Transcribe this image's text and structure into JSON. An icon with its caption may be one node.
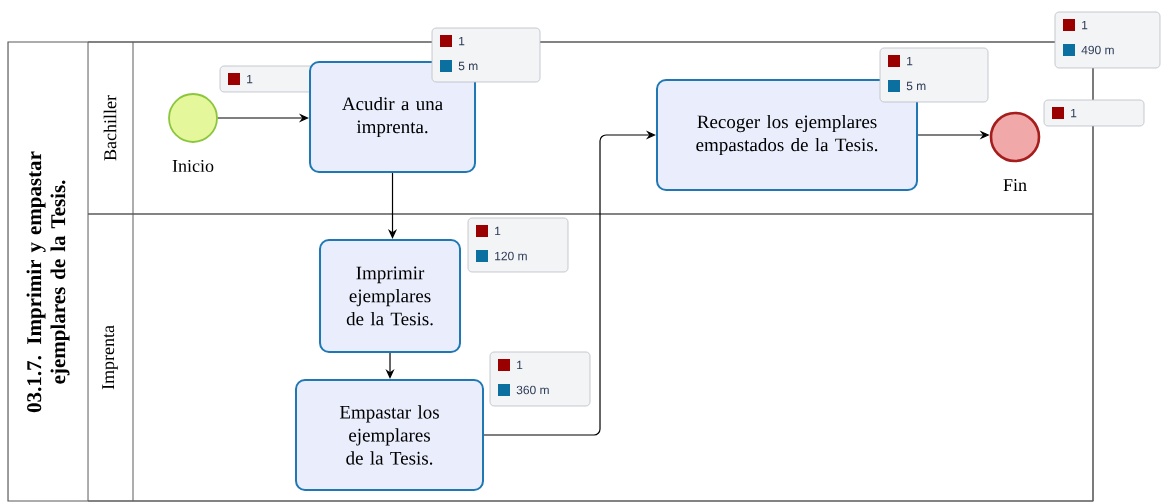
{
  "diagram": {
    "nodes": [
      {
        "text": [
          "03.1.7. Imprimir y empastar ejemplares de la Tesis."
        ]
      },
      {
        "text": [
          "Bachiller"
        ],
        "in": 0
      },
      {
        "text": [
          "Imprenta"
        ],
        "in": 0
      },
      {
        "text": [],
        "shape": "circle",
        "beside": [
          "Inicio"
        ],
        "in": 1
      },
      {
        "text": [
          "1"
        ],
        "in": 1
      },
      {
        "text": [
          "Acudir a una imprenta."
        ],
        "in": 1
      },
      {
        "text": [
          "1",
          "5 m"
        ]
      },
      {
        "text": [
          "Imprimir ejemplares de la Tesis."
        ],
        "in": 2
      },
      {
        "text": [
          "1",
          "120 m"
        ],
        "in": 2
      },
      {
        "text": [
          "Empastar los ejemplares de la Tesis."
        ],
        "in": 2
      },
      {
        "text": [
          "1",
          "360 m"
        ],
        "in": 2
      },
      {
        "text": [
          "Recoger los ejemplares empastados de la Tesis."
        ],
        "in": 1
      },
      {
        "text": [
          "1",
          "5 m"
        ],
        "in": 1
      },
      {
        "text": [],
        "shape": "circle",
        "beside": [
          "Fin"
        ],
        "in": 1
      },
      {
        "text": [
          "1"
        ]
      },
      {
        "text": [
          "1",
          "490 m"
        ]
      }
    ],
    "edges": [
      {
        "from": 3,
        "to": 5,
        "arrow": "to"
      },
      {
        "from": 5,
        "to": 7,
        "arrow": "to"
      },
      {
        "from": 7,
        "to": 9,
        "arrow": "to"
      },
      {
        "from": 9,
        "to": 11,
        "arrow": "to"
      },
      {
        "from": 11,
        "to": 13,
        "arrow": "to"
      }
    ]
  }
}
